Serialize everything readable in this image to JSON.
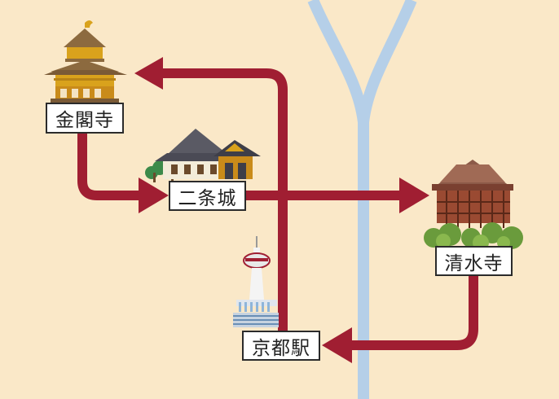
{
  "map": {
    "colors": {
      "background": "#fae8c8",
      "river": "#b5cfe8",
      "route": "#a01e32"
    },
    "landmarks": [
      {
        "id": "kinkaku",
        "label": "金閣寺",
        "icon": "golden-pavilion-icon"
      },
      {
        "id": "nijo",
        "label": "二条城",
        "icon": "nijo-castle-icon"
      },
      {
        "id": "kiyomizu",
        "label": "清水寺",
        "icon": "kiyomizu-temple-icon"
      },
      {
        "id": "kyoto",
        "label": "京都駅",
        "icon": "kyoto-tower-icon"
      }
    ]
  }
}
